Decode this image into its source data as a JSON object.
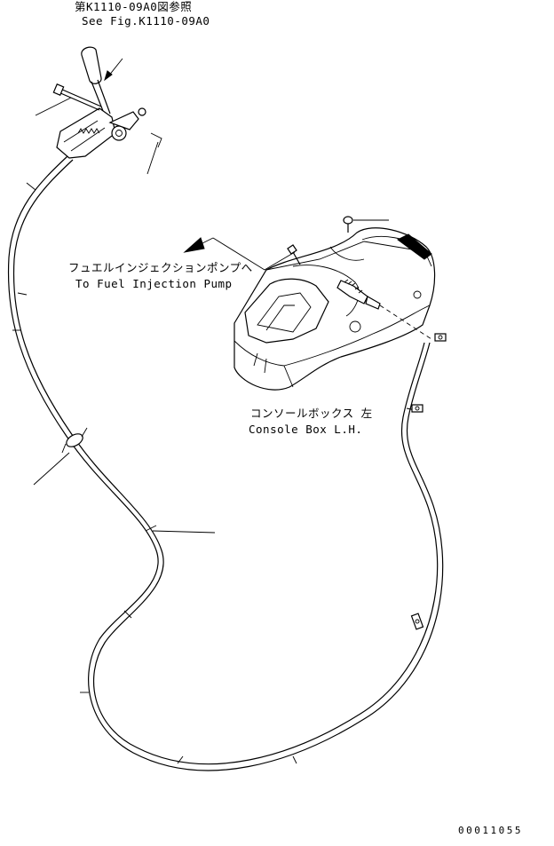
{
  "labels": {
    "reference_jp": "第K1110-09A0図参照",
    "reference_en": "See Fig.K1110-09A0",
    "fuel_pump_jp": "フュエルインジェクションポンプへ",
    "fuel_pump_en": "To Fuel Injection Pump",
    "console_jp": "コンソールボックス 左",
    "console_en": "Console Box L.H.",
    "drawing_number": "00011055"
  }
}
